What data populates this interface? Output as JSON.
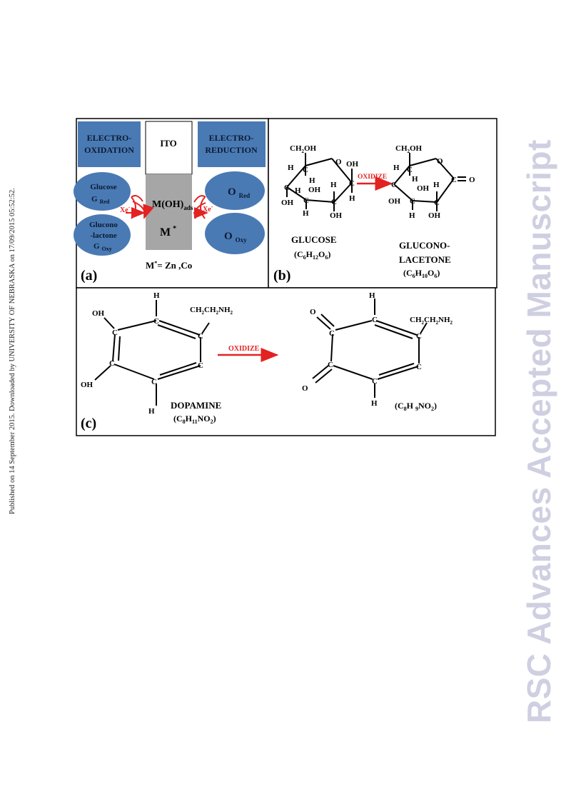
{
  "side_note": "Published on 14 September 2015. Downloaded by UNIVERSITY OF NEBRASKA on 17/09/2015 05:52:52.",
  "watermark": "RSC Advances Accepted Manuscript",
  "colors": {
    "blue_box": "#4a7ab4",
    "gray_electrode": "#a6a6a6",
    "red_arrow": "#e32222"
  },
  "panel_a": {
    "label": "(a)",
    "box_left_1": "ELECTRO-",
    "box_left_2": "OXIDATION",
    "box_right_1": "ELECTRO-",
    "box_right_2": "REDUCTION",
    "ito": "ITO",
    "glucose_1": "Glucose",
    "glucose_2": "G",
    "glucose_sub": "Red",
    "lactone_1": "Glucono",
    "lactone_2": "-lactone",
    "lactone_3": "G",
    "lactone_sub": "Oxy",
    "o_red": "O",
    "o_red_sub": "Red",
    "o_oxy": "O",
    "o_oxy_sub": "Oxy",
    "moh": "M(OH)",
    "moh_sub": "ads",
    "mstar": "M",
    "star": "*",
    "xe": "Xe",
    "xe_sup": "-",
    "caption_m": "M",
    "caption_rest": "= Zn ,Co"
  },
  "panel_b": {
    "label": "(b)",
    "oxidize": "OXIDIZE",
    "glucose_name": "GLUCOSE",
    "glucose_formula": "(C6H12O6)",
    "lactone_name_1": "GLUCONO-",
    "lactone_name_2": "LACETONE",
    "lactone_formula": "(C6H10O6)"
  },
  "panel_c": {
    "label": "(c)",
    "oxidize": "OXIDIZE",
    "dopamine_name": "DOPAMINE",
    "dopamine_formula": "(C8H11NO2)",
    "product_formula": "(C8H 9NO2)",
    "side_chain": "CH2CH2NH2"
  }
}
